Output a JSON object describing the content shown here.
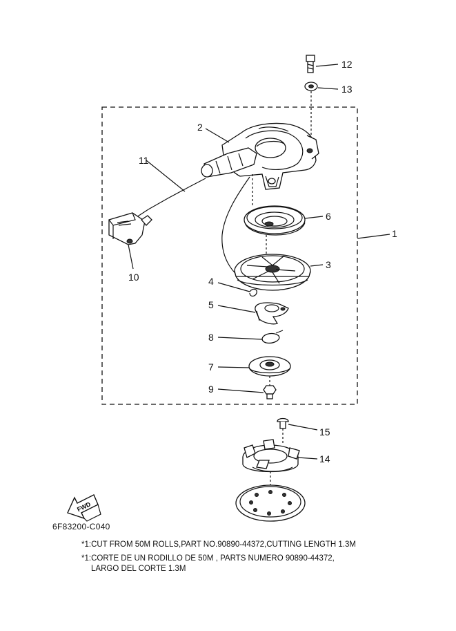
{
  "callouts": {
    "c1": "1",
    "c2": "2",
    "c3": "3",
    "c4": "4",
    "c5": "5",
    "c6": "6",
    "c7": "7",
    "c8": "8",
    "c9": "9",
    "c10": "10",
    "c11": "11",
    "c12": "12",
    "c13": "13",
    "c14": "14",
    "c15": "15"
  },
  "fwd_label": "FWD",
  "part_number": "6F83200-C040",
  "notes": {
    "line1": "*1:CUT FROM 50M ROLLS,PART NO.90890-44372,CUTTING LENGTH 1.3M",
    "line2a": "*1:CORTE DE UN RODILLO DE 50M , PARTS NUMERO 90890-44372,",
    "line2b": "LARGO DEL CORTE 1.3M"
  }
}
